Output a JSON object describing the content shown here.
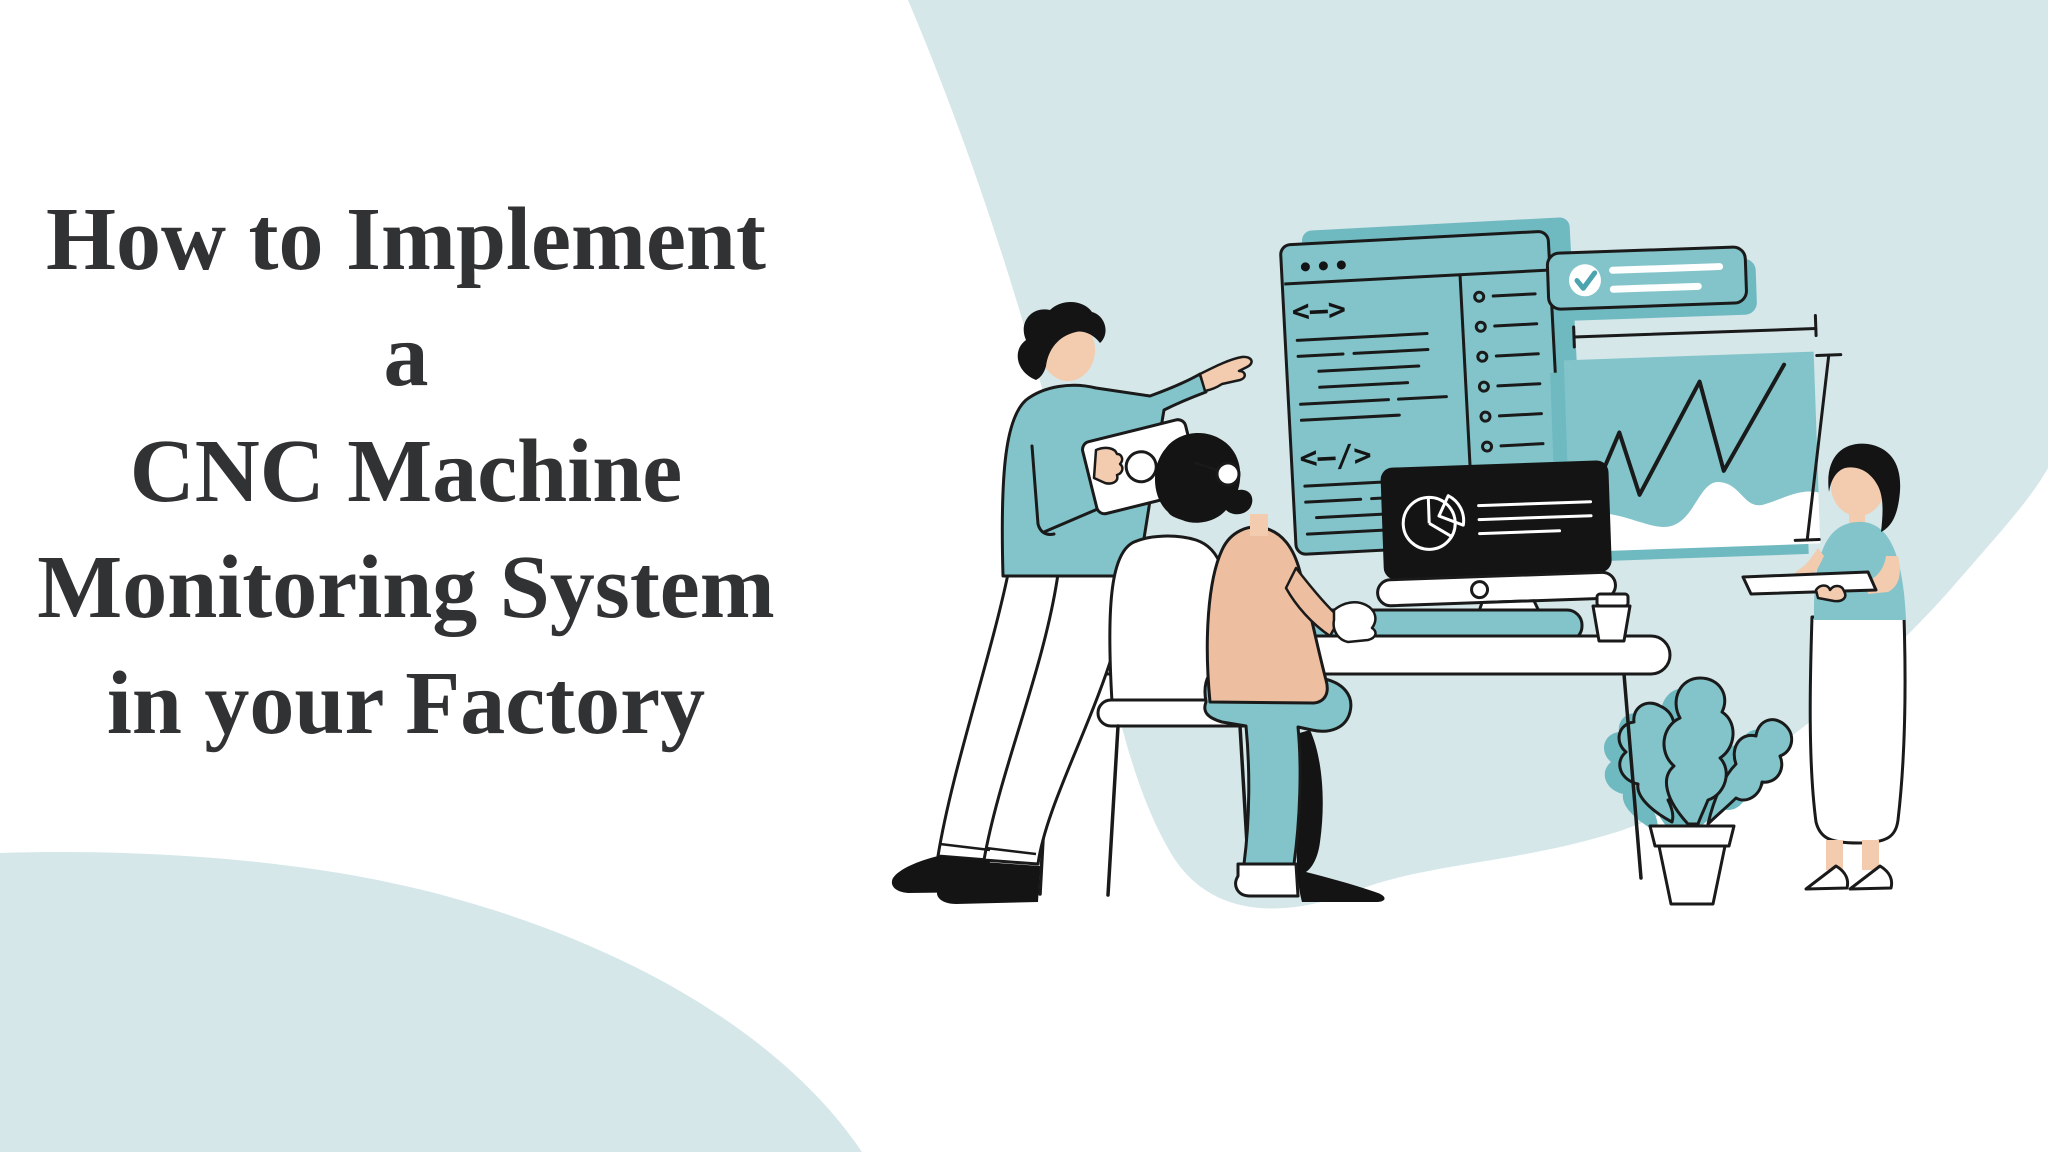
{
  "title": {
    "lines": [
      "How to Implement a",
      "CNC Machine",
      "Monitoring System",
      "in your Factory"
    ],
    "full_text": "How to Implement a CNC Machine Monitoring System in your Factory",
    "color": "#303233"
  },
  "palette": {
    "background": "#ffffff",
    "blob_light_teal": "#d5e7e9",
    "teal": "#82c4ca",
    "teal_shadow": "#6fb9c1",
    "skin": "#f3cbae",
    "salmon_shirt": "#edbfa0",
    "ink_black": "#1a1a1a",
    "white": "#ffffff"
  },
  "illustration": {
    "description": "Flat vector scene of a team implementing a monitoring system: a man pointing at a code window, a developer seated at a desktop computer dashboard, and a woman holding a tray, with a potted plant.",
    "code_window": {
      "icon": "code-window",
      "window_dots": 3,
      "open_tag": "<—>",
      "close_tag": "<—/>",
      "bullet_rows": 6
    },
    "check_badge": {
      "icon": "check-badge",
      "check_glyph": "✓",
      "text_placeholder_lines": 2
    },
    "chart_panel": {
      "icon": "line-chart",
      "has_zigzag_line": true,
      "has_area_chart": true,
      "dimension_lines": [
        "width",
        "height"
      ]
    },
    "monitor": {
      "icon": "pie-chart-dashboard",
      "text_placeholder_lines": 3
    },
    "objects": [
      "tablet",
      "keyboard",
      "desk",
      "coffee-cup",
      "office-chair",
      "potted-plant",
      "tray"
    ],
    "people": [
      {
        "name": "pointing-man",
        "pose": "standing, pointing at code window, holding tablet"
      },
      {
        "name": "seated-developer",
        "pose": "sitting on chair, hand on desk, wearing glasses"
      },
      {
        "name": "woman-with-tray",
        "pose": "standing, holding tray"
      }
    ]
  }
}
